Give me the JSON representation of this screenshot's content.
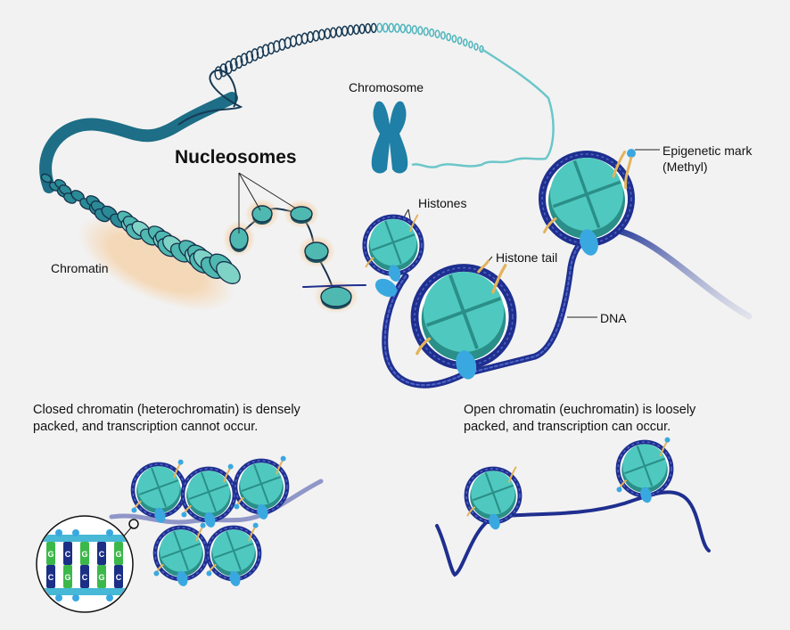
{
  "title": "Chromatin structure and epigenetic regulation",
  "labels": {
    "chromosome": "Chromosome",
    "nucleosomes": "Nucleosomes",
    "chromatin": "Chromatin",
    "histones": "Histones",
    "histone_tail": "Histone tail",
    "dna": "DNA",
    "epigenetic_mark_line1": "Epigenetic mark",
    "epigenetic_mark_line2": "(Methyl)"
  },
  "captions": {
    "closed_line1": "Closed chromatin (heterochromatin) is densely",
    "closed_line2": "packed, and transcription cannot occur.",
    "open_line1": "Open chromatin (euchromatin) is loosely",
    "open_line2": "packed, and transcription can occur."
  },
  "dna_inset": {
    "top_strand": [
      "G",
      "C",
      "G",
      "C",
      "G"
    ],
    "bottom_strand": [
      "C",
      "G",
      "C",
      "G",
      "C"
    ]
  },
  "colors": {
    "background": "#f2f2f2",
    "histone_teal": "#4fc9bf",
    "histone_dark": "#2a8f88",
    "dna_navy": "#1f2f8f",
    "chromatin_teal": "#2f8f9a",
    "methyl_blue": "#3aa8e0",
    "tail_gold": "#e3b45c",
    "guanine_green": "#3cb84a",
    "cytosine_navy": "#1c2f86"
  }
}
